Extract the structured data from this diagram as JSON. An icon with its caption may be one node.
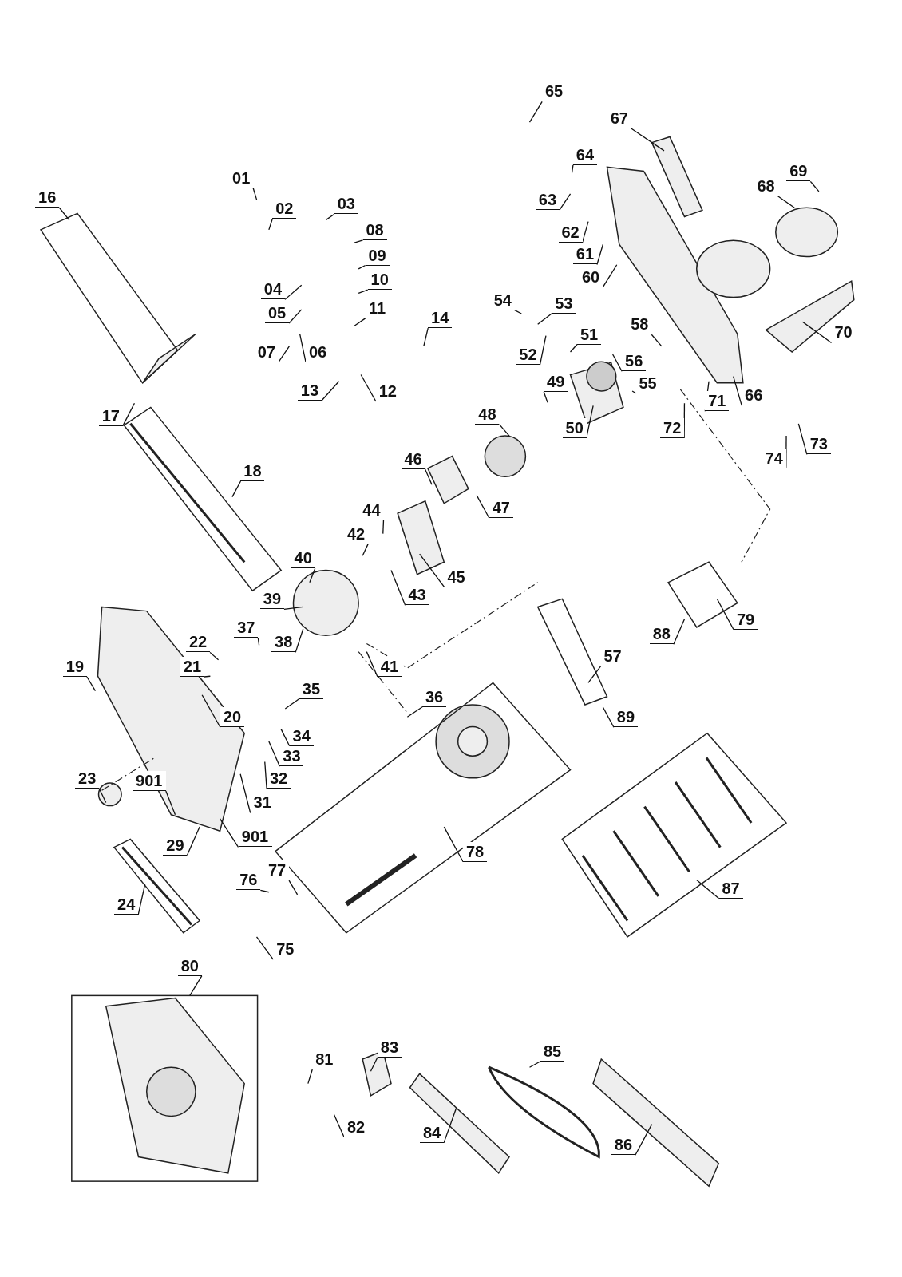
{
  "diagram": {
    "nodes": [
      {
        "text": [
          "65"
        ]
      },
      {
        "text": [
          "67"
        ]
      },
      {
        "text": [
          "64"
        ]
      },
      {
        "text": [
          "63"
        ]
      },
      {
        "text": [
          "62"
        ]
      },
      {
        "text": [
          "61"
        ]
      },
      {
        "text": [
          "60"
        ]
      },
      {
        "text": [
          "69"
        ]
      },
      {
        "text": [
          "68"
        ]
      },
      {
        "text": [
          "70"
        ]
      },
      {
        "text": [
          "66"
        ]
      },
      {
        "text": [
          "71"
        ]
      },
      {
        "text": [
          "72"
        ]
      },
      {
        "text": [
          "73"
        ]
      },
      {
        "text": [
          "74"
        ]
      },
      {
        "text": [
          "56"
        ]
      },
      {
        "text": [
          "55"
        ]
      },
      {
        "text": [
          "58"
        ]
      },
      {
        "text": [
          "51"
        ]
      },
      {
        "text": [
          "52"
        ]
      },
      {
        "text": [
          "53"
        ]
      },
      {
        "text": [
          "54"
        ]
      },
      {
        "text": [
          "49"
        ]
      },
      {
        "text": [
          "50"
        ]
      },
      {
        "text": [
          "48"
        ]
      },
      {
        "text": [
          "47"
        ]
      },
      {
        "text": [
          "46"
        ]
      },
      {
        "text": [
          "45"
        ]
      },
      {
        "text": [
          "44"
        ]
      },
      {
        "text": [
          "43"
        ]
      },
      {
        "text": [
          "42"
        ]
      },
      {
        "text": [
          "40"
        ]
      },
      {
        "text": [
          "39"
        ]
      },
      {
        "text": [
          "37"
        ]
      },
      {
        "text": [
          "38"
        ]
      },
      {
        "text": [
          "22"
        ]
      },
      {
        "text": [
          "21"
        ]
      },
      {
        "text": [
          "19"
        ]
      },
      {
        "text": [
          "20"
        ]
      },
      {
        "text": [
          "35"
        ]
      },
      {
        "text": [
          "41"
        ]
      },
      {
        "text": [
          "36"
        ]
      },
      {
        "text": [
          "34"
        ]
      },
      {
        "text": [
          "33"
        ]
      },
      {
        "text": [
          "32"
        ]
      },
      {
        "text": [
          "31"
        ]
      },
      {
        "text": [
          "23"
        ]
      },
      {
        "text": [
          "901"
        ]
      },
      {
        "text": [
          "901"
        ]
      },
      {
        "text": [
          "29"
        ]
      },
      {
        "text": [
          "24"
        ]
      },
      {
        "text": [
          "76"
        ]
      },
      {
        "text": [
          "77"
        ]
      },
      {
        "text": [
          "75"
        ]
      },
      {
        "text": [
          "78"
        ]
      },
      {
        "text": [
          "57"
        ]
      },
      {
        "text": [
          "89"
        ]
      },
      {
        "text": [
          "88"
        ]
      },
      {
        "text": [
          "79"
        ]
      },
      {
        "text": [
          "87"
        ]
      },
      {
        "text": [
          "16"
        ]
      },
      {
        "text": [
          "17"
        ]
      },
      {
        "text": [
          "18"
        ]
      },
      {
        "text": [
          "01"
        ]
      },
      {
        "text": [
          "02"
        ]
      },
      {
        "text": [
          "03"
        ]
      },
      {
        "text": [
          "08"
        ]
      },
      {
        "text": [
          "09"
        ]
      },
      {
        "text": [
          "10"
        ]
      },
      {
        "text": [
          "11"
        ]
      },
      {
        "text": [
          "04"
        ]
      },
      {
        "text": [
          "05"
        ]
      },
      {
        "text": [
          "07"
        ]
      },
      {
        "text": [
          "06"
        ]
      },
      {
        "text": [
          "13"
        ]
      },
      {
        "text": [
          "12"
        ]
      },
      {
        "text": [
          "14"
        ]
      },
      {
        "text": [
          "80"
        ]
      },
      {
        "text": [
          "81"
        ]
      },
      {
        "text": [
          "83"
        ]
      },
      {
        "text": [
          "82"
        ]
      },
      {
        "text": [
          "84"
        ]
      },
      {
        "text": [
          "85"
        ]
      },
      {
        "text": [
          "86"
        ]
      }
    ],
    "edges": [
      {
        "from": 0,
        "to": null,
        "arrow": "none"
      },
      {
        "from": 1,
        "to": null,
        "arrow": "none"
      },
      {
        "from": 2,
        "to": null,
        "arrow": "none"
      },
      {
        "from": 3,
        "to": null,
        "arrow": "none"
      },
      {
        "from": 4,
        "to": null,
        "arrow": "none"
      },
      {
        "from": 5,
        "to": null,
        "arrow": "none"
      },
      {
        "from": 6,
        "to": null,
        "arrow": "none"
      },
      {
        "from": 7,
        "to": null,
        "arrow": "none"
      },
      {
        "from": 8,
        "to": null,
        "arrow": "none"
      },
      {
        "from": 9,
        "to": null,
        "arrow": "none"
      },
      {
        "from": 10,
        "to": null,
        "arrow": "none"
      },
      {
        "from": 11,
        "to": null,
        "arrow": "none"
      },
      {
        "from": 12,
        "to": null,
        "arrow": "none"
      },
      {
        "from": 13,
        "to": null,
        "arrow": "none"
      },
      {
        "from": 14,
        "to": null,
        "arrow": "none"
      },
      {
        "from": 15,
        "to": null,
        "arrow": "none"
      },
      {
        "from": 16,
        "to": null,
        "arrow": "none"
      },
      {
        "from": 17,
        "to": null,
        "arrow": "none"
      },
      {
        "from": 18,
        "to": null,
        "arrow": "none"
      },
      {
        "from": 19,
        "to": null,
        "arrow": "none"
      },
      {
        "from": 20,
        "to": null,
        "arrow": "none"
      },
      {
        "from": 21,
        "to": null,
        "arrow": "none"
      },
      {
        "from": 22,
        "to": null,
        "arrow": "none"
      },
      {
        "from": 23,
        "to": null,
        "arrow": "none"
      },
      {
        "from": 24,
        "to": null,
        "arrow": "none"
      },
      {
        "from": 25,
        "to": null,
        "arrow": "none"
      },
      {
        "from": 26,
        "to": null,
        "arrow": "none"
      },
      {
        "from": 27,
        "to": null,
        "arrow": "none"
      },
      {
        "from": 28,
        "to": null,
        "arrow": "none"
      },
      {
        "from": 29,
        "to": null,
        "arrow": "none"
      },
      {
        "from": 30,
        "to": null,
        "arrow": "none"
      },
      {
        "from": 31,
        "to": null,
        "arrow": "none"
      },
      {
        "from": 32,
        "to": null,
        "arrow": "none"
      },
      {
        "from": 33,
        "to": null,
        "arrow": "none"
      },
      {
        "from": 34,
        "to": null,
        "arrow": "none"
      },
      {
        "from": 35,
        "to": null,
        "arrow": "none"
      },
      {
        "from": 36,
        "to": null,
        "arrow": "none"
      },
      {
        "from": 37,
        "to": null,
        "arrow": "none"
      },
      {
        "from": 38,
        "to": null,
        "arrow": "none"
      },
      {
        "from": 39,
        "to": null,
        "arrow": "none"
      },
      {
        "from": 40,
        "to": null,
        "arrow": "none"
      },
      {
        "from": 41,
        "to": null,
        "arrow": "none"
      },
      {
        "from": 42,
        "to": null,
        "arrow": "none"
      },
      {
        "from": 43,
        "to": null,
        "arrow": "none"
      },
      {
        "from": 44,
        "to": null,
        "arrow": "none"
      },
      {
        "from": 45,
        "to": null,
        "arrow": "none"
      },
      {
        "from": 46,
        "to": null,
        "arrow": "none"
      },
      {
        "from": 47,
        "to": null,
        "arrow": "none"
      },
      {
        "from": 48,
        "to": null,
        "arrow": "none"
      },
      {
        "from": 49,
        "to": null,
        "arrow": "none"
      },
      {
        "from": 50,
        "to": null,
        "arrow": "none"
      },
      {
        "from": 51,
        "to": null,
        "arrow": "none"
      },
      {
        "from": 52,
        "to": null,
        "arrow": "none"
      },
      {
        "from": 53,
        "to": null,
        "arrow": "none"
      },
      {
        "from": 54,
        "to": null,
        "arrow": "none"
      },
      {
        "from": 55,
        "to": null,
        "arrow": "none"
      },
      {
        "from": 56,
        "to": null,
        "arrow": "none"
      },
      {
        "from": 57,
        "to": null,
        "arrow": "none"
      },
      {
        "from": 58,
        "to": null,
        "arrow": "none"
      },
      {
        "from": 59,
        "to": null,
        "arrow": "none"
      },
      {
        "from": 60,
        "to": null,
        "arrow": "none"
      },
      {
        "from": 61,
        "to": null,
        "arrow": "none"
      },
      {
        "from": 62,
        "to": null,
        "arrow": "none"
      },
      {
        "from": 63,
        "to": null,
        "arrow": "none"
      },
      {
        "from": 64,
        "to": null,
        "arrow": "none"
      },
      {
        "from": 65,
        "to": null,
        "arrow": "none"
      },
      {
        "from": 66,
        "to": null,
        "arrow": "none"
      },
      {
        "from": 67,
        "to": null,
        "arrow": "none"
      },
      {
        "from": 68,
        "to": null,
        "arrow": "none"
      },
      {
        "from": 69,
        "to": null,
        "arrow": "none"
      },
      {
        "from": 70,
        "to": null,
        "arrow": "none"
      },
      {
        "from": 71,
        "to": null,
        "arrow": "none"
      },
      {
        "from": 72,
        "to": null,
        "arrow": "none"
      },
      {
        "from": 73,
        "to": null,
        "arrow": "none"
      },
      {
        "from": 74,
        "to": null,
        "arrow": "none"
      },
      {
        "from": 75,
        "to": null,
        "arrow": "none"
      },
      {
        "from": 76,
        "to": null,
        "arrow": "none"
      },
      {
        "from": 77,
        "to": null,
        "arrow": "none"
      },
      {
        "from": 78,
        "to": null,
        "arrow": "none"
      },
      {
        "from": 79,
        "to": null,
        "arrow": "none"
      },
      {
        "from": 80,
        "to": null,
        "arrow": "none"
      },
      {
        "from": 81,
        "to": null,
        "arrow": "none"
      },
      {
        "from": 82,
        "to": null,
        "arrow": "none"
      },
      {
        "from": 83,
        "to": null,
        "arrow": "none"
      }
    ]
  }
}
